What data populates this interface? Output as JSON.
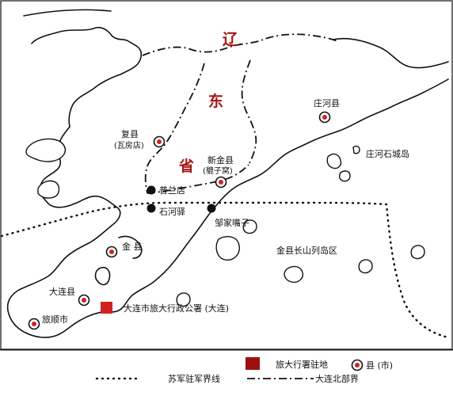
{
  "map": {
    "province_chars": [
      "辽",
      "东",
      "省"
    ],
    "places": {
      "fuxian": "复县",
      "fuxian_sub": "(瓦房店)",
      "xinjin": "新金县",
      "xinjin_sub": "(貔子窝)",
      "zhuanghe": "庄河县",
      "zhuanghe_islands": "庄河石城岛",
      "pulandian": "普兰店",
      "shiheyi": "石河驿",
      "zoujiazuizi": "邹家嘴子",
      "jinxian": "金 县",
      "changshan": "金县长山列岛区",
      "dalianxian": "大连县",
      "lushun": "旅顺市",
      "admin_office": "大连市旅大行政公署 (大连)"
    },
    "colors": {
      "province_red": "#a51616",
      "marker_red": "#d0231f",
      "legend_square": "#9e1010",
      "ink": "#111111"
    }
  },
  "legend": {
    "admin_seat": "旅大行署驻地",
    "county": "县 (市)",
    "soviet_line": "苏军驻军界线",
    "north_boundary": "大连北部界"
  }
}
